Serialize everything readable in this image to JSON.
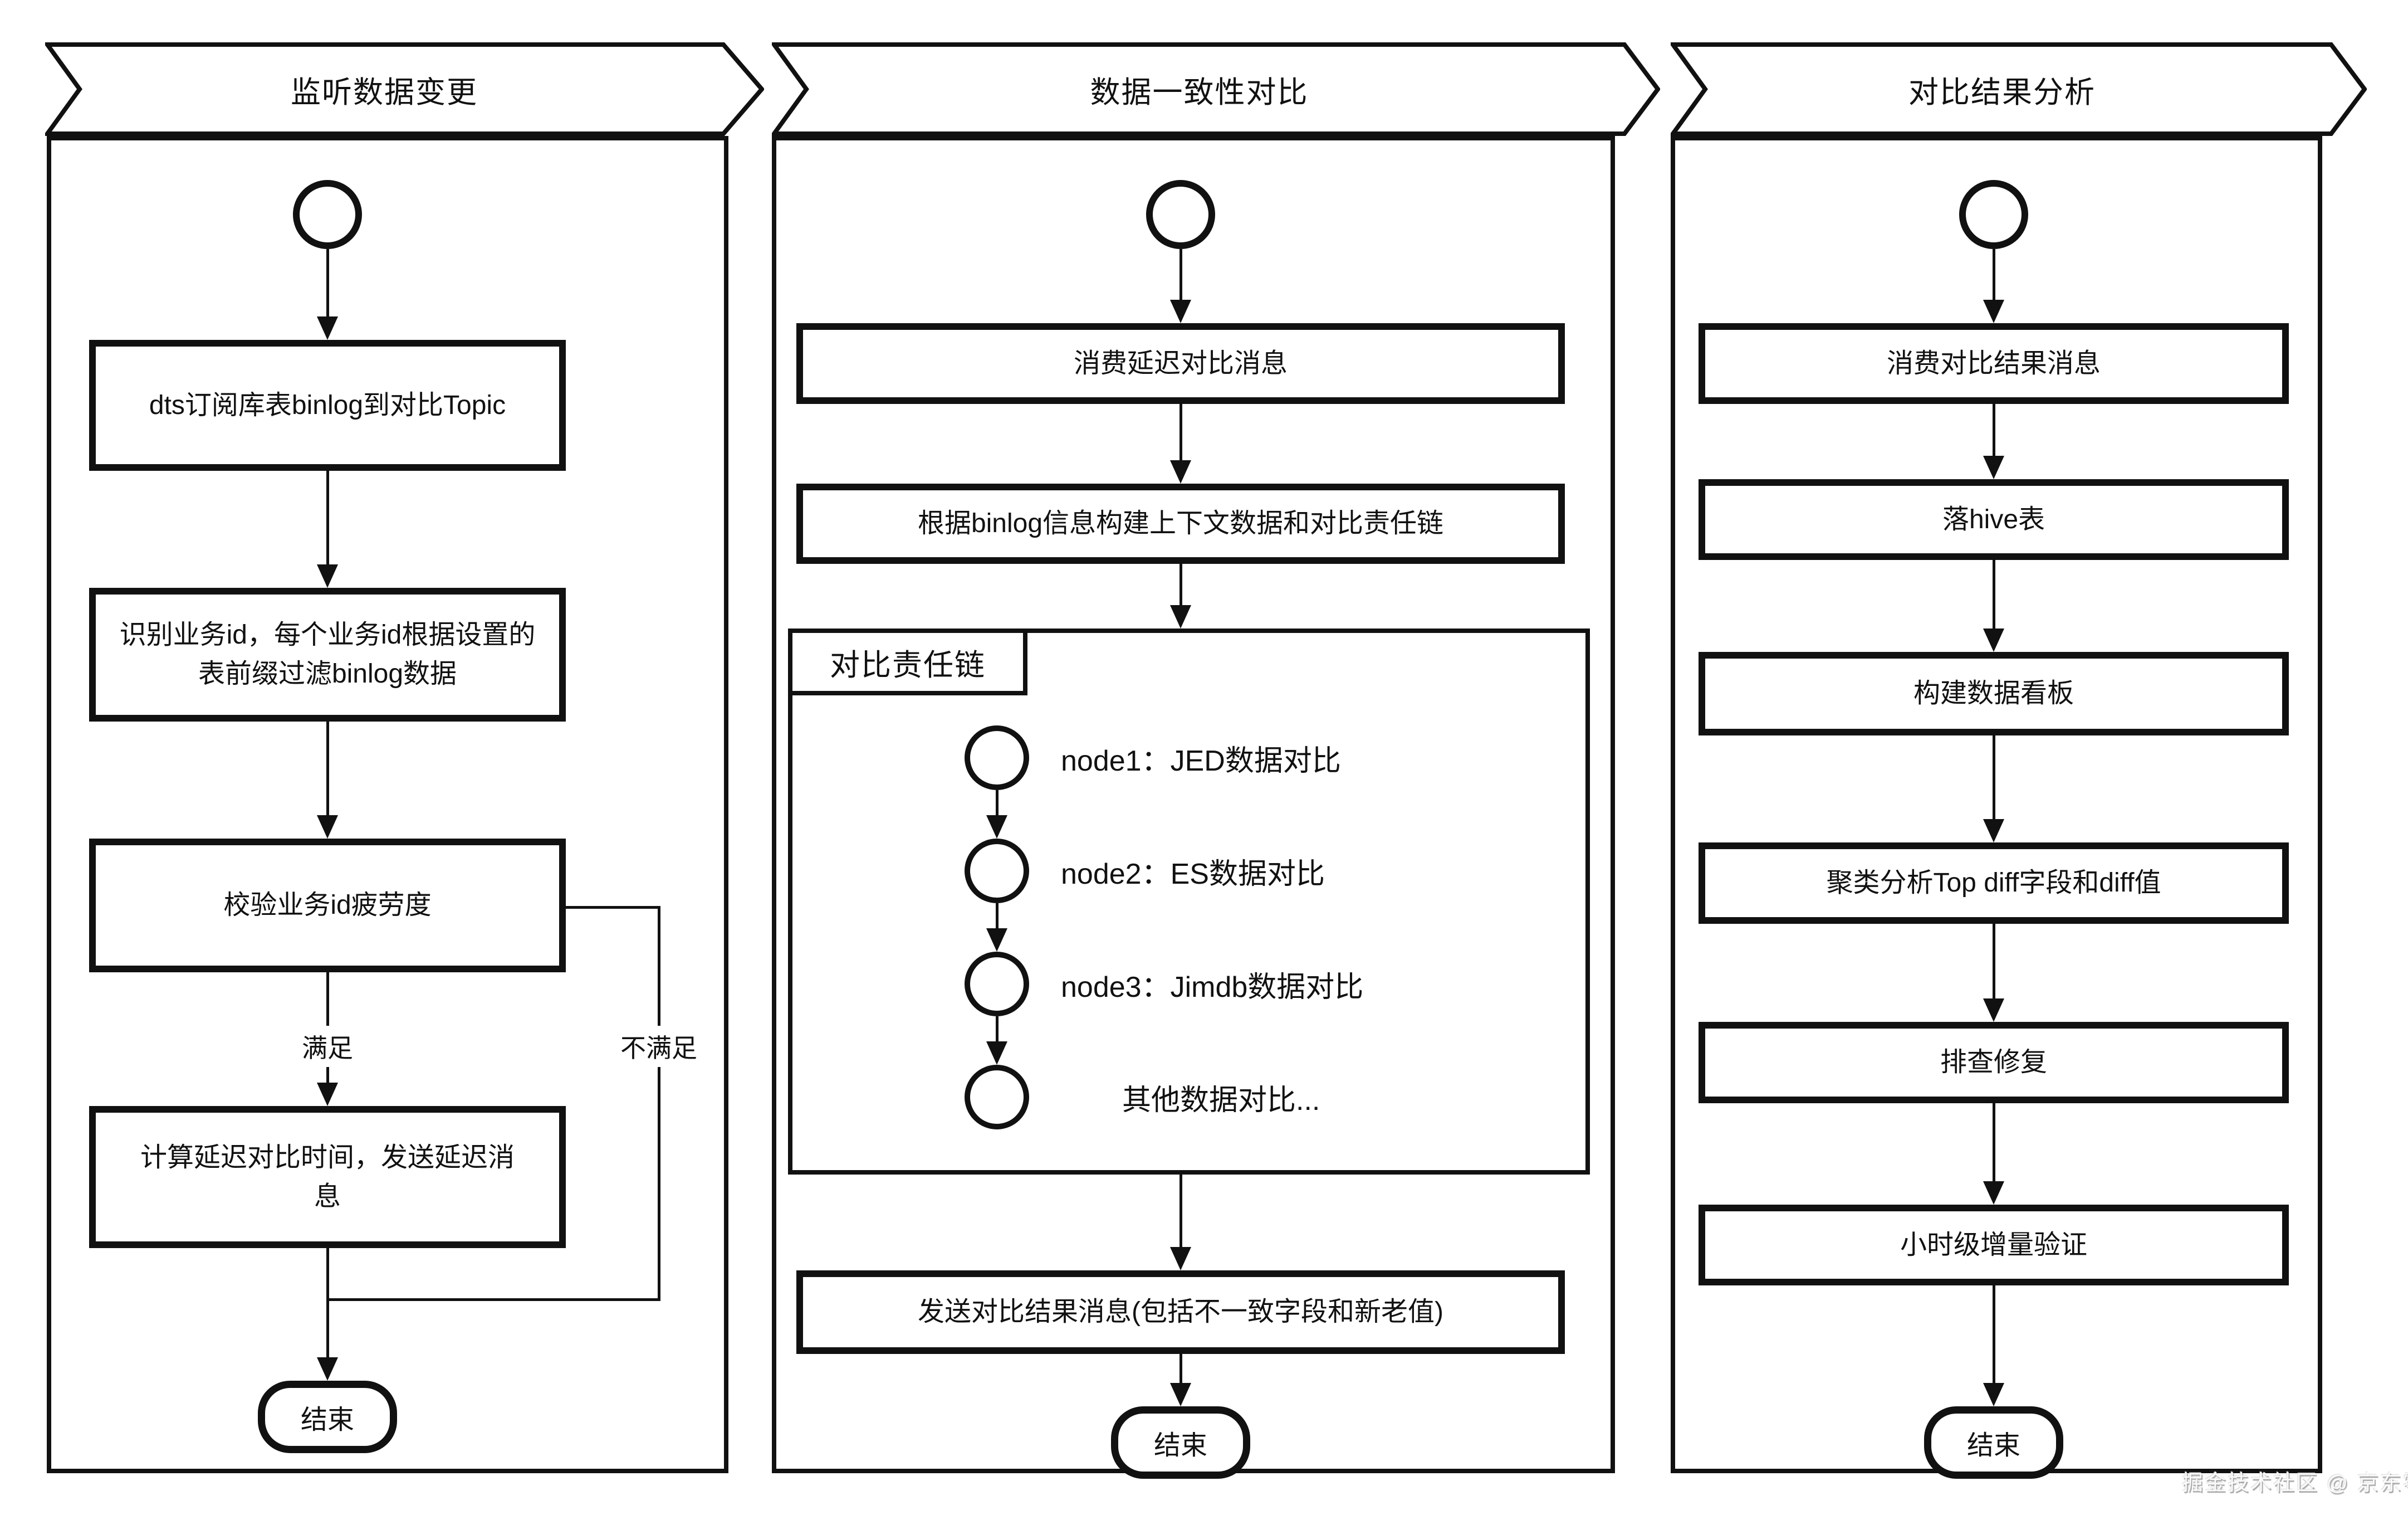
{
  "colors": {
    "line": "#111111",
    "background": "#ffffff",
    "watermark_text": "#fbfbfb"
  },
  "watermark": "掘金技术社区 @ 京东零售技术",
  "lane1": {
    "title": "监听数据变更",
    "box1": "dts订阅库表binlog到对比Topic",
    "box2": "识别业务id，每个业务id根据设置的表前缀过滤binlog数据",
    "box3": "校验业务id疲劳度",
    "label_yes": "满足",
    "label_no": "不满足",
    "box4": "计算延迟对比时间，发送延迟消息",
    "end": "结束"
  },
  "lane2": {
    "title": "数据一致性对比",
    "box1": "消费延迟对比消息",
    "box2": "根据binlog信息构建上下文数据和对比责任链",
    "chain_label": "对比责任链",
    "node1": "node1：JED数据对比",
    "node2": "node2：ES数据对比",
    "node3": "node3：Jimdb数据对比",
    "node4": "其他数据对比...",
    "box3": "发送对比结果消息(包括不一致字段和新老值)",
    "end": "结束"
  },
  "lane3": {
    "title": "对比结果分析",
    "box1": "消费对比结果消息",
    "box2": "落hive表",
    "box3": "构建数据看板",
    "box4": "聚类分析Top diff字段和diff值",
    "box5": "排查修复",
    "box6": "小时级增量验证",
    "end": "结束"
  }
}
